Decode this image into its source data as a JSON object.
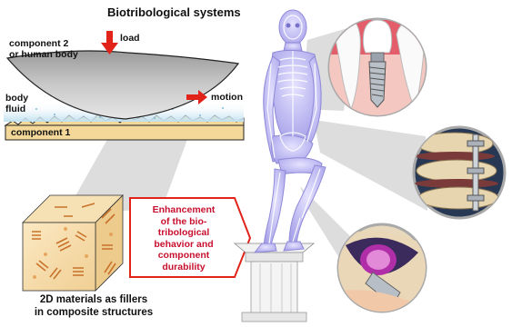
{
  "diagram": {
    "title": "Biotribological systems",
    "component2_label_line1": "component 2",
    "component2_label_line2": "or human body",
    "load_label": "load",
    "body_fluid_line1": "body",
    "body_fluid_line2": "fluid",
    "motion_label": "motion",
    "component1_label": "component 1",
    "callout_lines": [
      "Enhancement",
      "of the bio-",
      "tribological",
      "behavior and",
      "component",
      "durability"
    ],
    "fillers_line1": "2D materials as fillers",
    "fillers_line2": "in composite structures"
  },
  "colors": {
    "arrow_red": "#e2231a",
    "callout_red": "#c8102e",
    "substrate": "#f3d899",
    "skeleton_blue": "#b7b2ee",
    "fluid_blue": "#bfe0f0"
  }
}
